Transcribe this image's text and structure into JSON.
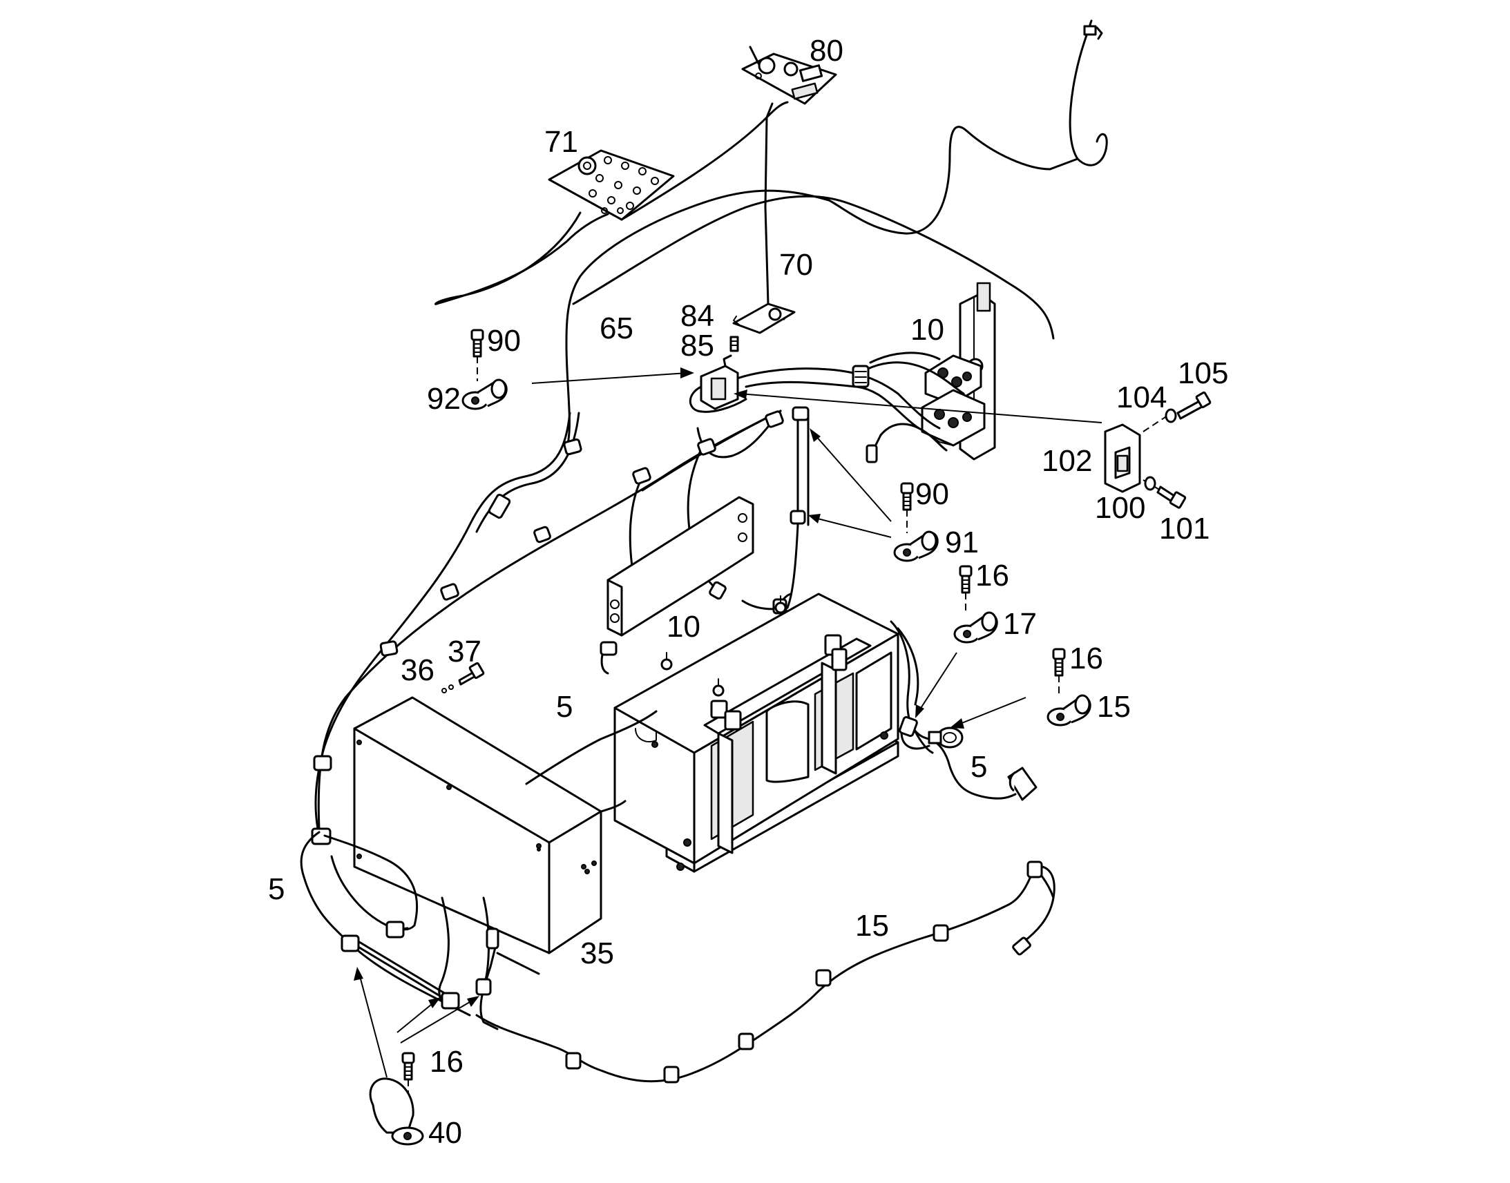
{
  "diagram": {
    "callouts": {
      "c80": "80",
      "c71": "71",
      "c70": "70",
      "c65": "65",
      "c84": "84",
      "c85": "85",
      "c90a": "90",
      "c92": "92",
      "c10a": "10",
      "c105": "105",
      "c104": "104",
      "c102": "102",
      "c100": "100",
      "c101": "101",
      "c90b": "90",
      "c91": "91",
      "c16a": "16",
      "c17": "17",
      "c10b": "10",
      "c16b": "16",
      "c15a": "15",
      "c37": "37",
      "c36": "36",
      "c5a": "5",
      "c5b": "5",
      "c5c": "5",
      "c35": "35",
      "c15b": "15",
      "c16c": "16",
      "c40": "40"
    }
  }
}
